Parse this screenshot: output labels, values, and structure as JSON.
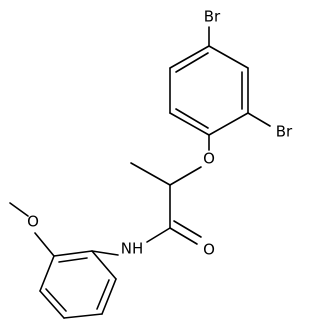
{
  "molecule": {
    "atoms": {
      "br_top": "Br",
      "br_right": "Br",
      "o_ether": "O",
      "o_carbonyl": "O",
      "nh": "NH",
      "o_methoxy": "O"
    },
    "colors": {
      "bond": "#000000",
      "label": "#000000",
      "background": "#ffffff"
    }
  }
}
